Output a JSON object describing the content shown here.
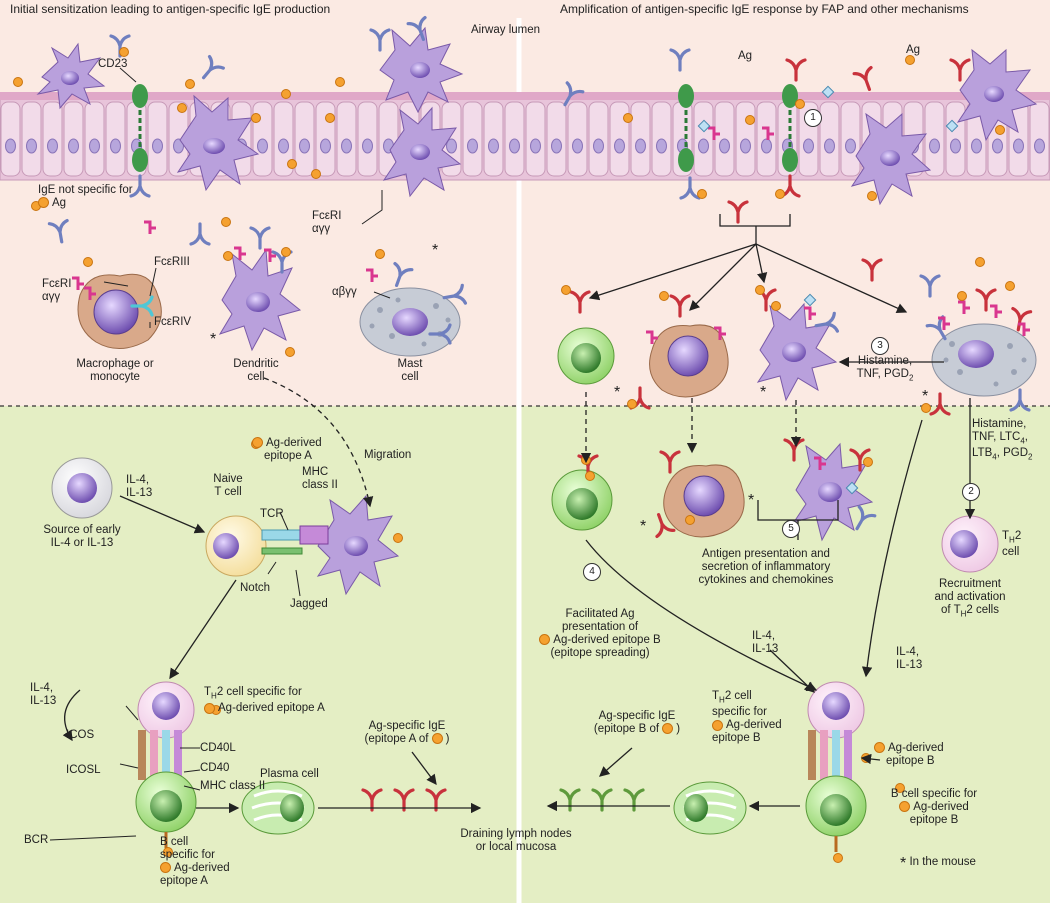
{
  "headers": {
    "left": "Initial sensitization leading to antigen-specific IgE production",
    "right": "Amplification of antigen-specific IgE response by FAP and other mechanisms"
  },
  "region_labels": {
    "airway_lumen": "Airway lumen",
    "draining_nodes_line1": "Draining lymph nodes",
    "draining_nodes_line2": "or local mucosa",
    "mouse_note": "In the mouse"
  },
  "left_panel": {
    "cd23": "CD23",
    "ige_nonspecific_line1": "IgE not specific for",
    "ige_nonspecific_line2": "Ag",
    "fceri_top_line1": "FcεRI",
    "fceri_top_line2": "αγγ",
    "fceri_mac_line1": "FcεRI",
    "fceri_mac_line2": "αγγ",
    "fceriii": "FcεRIII",
    "fceriv": "FcεRIV",
    "abgg": "αβγγ",
    "macrophage_line1": "Macrophage or",
    "macrophage_line2": "monocyte",
    "dendritic_line1": "Dendritic",
    "dendritic_line2": "cell",
    "mast_line1": "Mast",
    "mast_line2": "cell",
    "migration": "Migration",
    "epitope_a_line1": "Ag-derived",
    "epitope_a_line2": "epitope A",
    "mhc_line1": "MHC",
    "mhc_line2": "class II",
    "tcr": "TCR",
    "naive_line1": "Naive",
    "naive_line2": "T cell",
    "il4_line1": "IL-4,",
    "il4_line2": "IL-13",
    "source_line1": "Source of early",
    "source_line2": "IL-4 or IL-13",
    "notch": "Notch",
    "jagged": "Jagged",
    "il4b_line1": "IL-4,",
    "il4b_line2": "IL-13",
    "th2_a_line1": "T",
    "th2_a_sub": "H",
    "th2_a_rest": "2 cell specific for",
    "th2_a_line2": "Ag-derived epitope A",
    "icos": "ICOS",
    "icosl": "ICOSL",
    "cd40l": "CD40L",
    "cd40": "CD40",
    "mhc2": "MHC class II",
    "plasma": "Plasma cell",
    "ag_ige_a_line1": "Ag-specific IgE",
    "ag_ige_a_line2": "(epitope A of",
    "bcr": "BCR",
    "bcell_a_line1": "B cell",
    "bcell_a_line2": "specific for",
    "bcell_a_line3": "Ag-derived",
    "bcell_a_line4": "epitope A"
  },
  "right_panel": {
    "ag1": "Ag",
    "ag2": "Ag",
    "histamine_top_line1": "Histamine,",
    "histamine_top_line2": "TNF, PGD",
    "histamine_right_line1": "Histamine,",
    "histamine_right_line2": "TNF, LTC",
    "histamine_right_line3": "LTB",
    "histamine_right_line3b": ", PGD",
    "th2_cell_t": "T",
    "th2_cell_sub": "H",
    "th2_cell_rest": "2",
    "th2_cell_line2": "cell",
    "recruit_line1": "Recruitment",
    "recruit_line2": "and activation",
    "recruit_line3": "of T",
    "recruit_sub": "H",
    "recruit_rest": "2 cells",
    "antigen_pres_line1": "Antigen presentation and",
    "antigen_pres_line2": "secretion of inflammatory",
    "antigen_pres_line3": "cytokines and chemokines",
    "facil_line1": "Facilitated Ag",
    "facil_line2": "presentation of",
    "facil_line3": "Ag-derived epitope B",
    "facil_line4": "(epitope spreading)",
    "il4c_line1": "IL-4,",
    "il4c_line2": "IL-13",
    "il4d_line1": "IL-4,",
    "il4d_line2": "IL-13",
    "th2_b_line1": "T",
    "th2_b_sub": "H",
    "th2_b_rest": "2 cell",
    "th2_b_line2": "specific for",
    "th2_b_line3": "Ag-derived",
    "th2_b_line4": "epitope B",
    "ag_ige_b_line1": "Ag-specific IgE",
    "ag_ige_b_line2": "(epitope B of",
    "epitope_b_line1": "Ag-derived",
    "epitope_b_line2": "epitope B",
    "bcell_b_line1": "B cell specific for",
    "bcell_b_line2": "Ag-derived",
    "bcell_b_line3": "epitope B"
  },
  "step_numbers": [
    "1",
    "2",
    "3",
    "4",
    "5"
  ],
  "colors": {
    "lumen_bg": "#fbeae3",
    "epithelium": "#e8c4da",
    "lymph_bg": "#e4eec4",
    "dendritic": "#b9a0dc",
    "ige_blue": "#6f7fbf",
    "ige_red": "#c8323c",
    "ige_green": "#5f9a3c",
    "fceri_pink": "#d9368f",
    "antigen": "#f5a130",
    "b_cell": "#a9d87a",
    "mast_cell": "#c7ccd6",
    "macrophage": "#d9a98a"
  }
}
